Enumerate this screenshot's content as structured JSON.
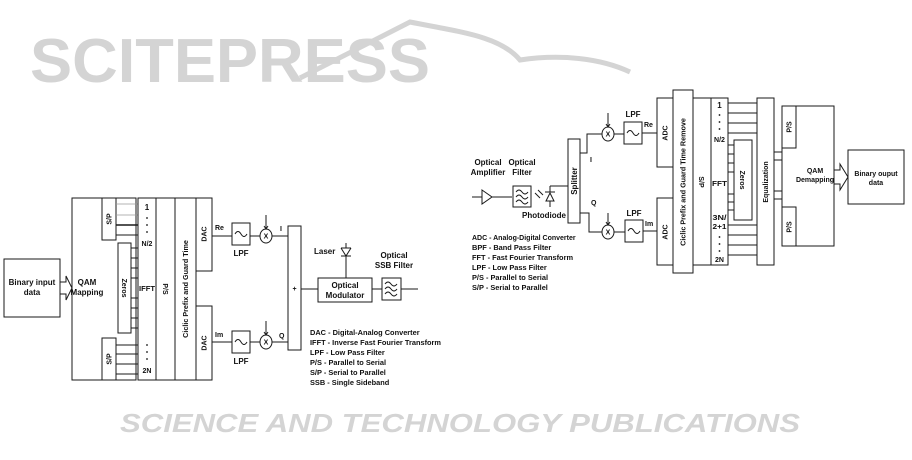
{
  "watermark": {
    "brand": "SCITEPRESS",
    "tagline": "SCIENCE AND TECHNOLOGY PUBLICATIONS",
    "color": "#d4d4d4"
  },
  "transmitter": {
    "input": "Binary input data",
    "input_lines": [
      "Binary input",
      "data"
    ],
    "qam_mapping_lines": [
      "QAM",
      "Mapping"
    ],
    "sp_top": "S/P",
    "sp_bottom": "S/P",
    "zeros": "Zeros",
    "ifft_labels": {
      "one": "1",
      "half": "N/2",
      "ifft": "IFFT",
      "two_n": "2N"
    },
    "ps": "P/S",
    "cp": "Ciclic Prefix and Guard Time",
    "dac_top": "DAC",
    "dac_bottom": "DAC",
    "re": "Re",
    "im": "Im",
    "lpf_top": "LPF",
    "lpf_bottom": "LPF",
    "mixer_symbol": "X",
    "i": "I",
    "q": "Q",
    "sum": "+",
    "laser": "Laser",
    "optical_modulator_lines": [
      "Optical",
      "Modulator"
    ],
    "ssb_filter_lines": [
      "Optical",
      "SSB Filter"
    ]
  },
  "transmitter_legend": [
    "DAC - Digital-Analog Converter",
    "IFFT - Inverse Fast Fourier Transform",
    "LPF - Low Pass Filter",
    "P/S - Parallel to Serial",
    "S/P - Serial to Parallel",
    "SSB - Single Sideband"
  ],
  "receiver": {
    "optical_amplifier_lines": [
      "Optical",
      "Amplifier"
    ],
    "optical_filter_lines": [
      "Optical",
      "Filter"
    ],
    "photodiode": "Photodiode",
    "splitter": "Splitter",
    "i": "I",
    "q": "Q",
    "mixer_symbol": "X",
    "lpf_top": "LPF",
    "lpf_bottom": "LPF",
    "re": "Re",
    "im": "Im",
    "adc_top": "ADC",
    "adc_bottom": "ADC",
    "cp_remove": "Ciclic Prefix and Guard Time Remove",
    "sp": "S/P",
    "fft_labels": {
      "one": "1",
      "half": "N/2",
      "fft": "FFT",
      "three_n_a": "3N/",
      "three_n_b": "2+1",
      "two_n": "2N"
    },
    "zeros": "Zeros",
    "equalization": "Equalization",
    "ps_top": "P/S",
    "ps_bottom": "P/S",
    "qam_demapping_lines": [
      "QAM",
      "Demapping"
    ],
    "output_lines": [
      "Binary ouput",
      "data"
    ]
  },
  "receiver_legend": [
    "ADC - Analog-Digital Converter",
    "BPF - Band Pass Filter",
    "FFT - Fast Fourier Transform",
    "LPF - Low Pass Filter",
    "P/S - Parallel to Serial",
    "S/P - Serial to Parallel"
  ]
}
